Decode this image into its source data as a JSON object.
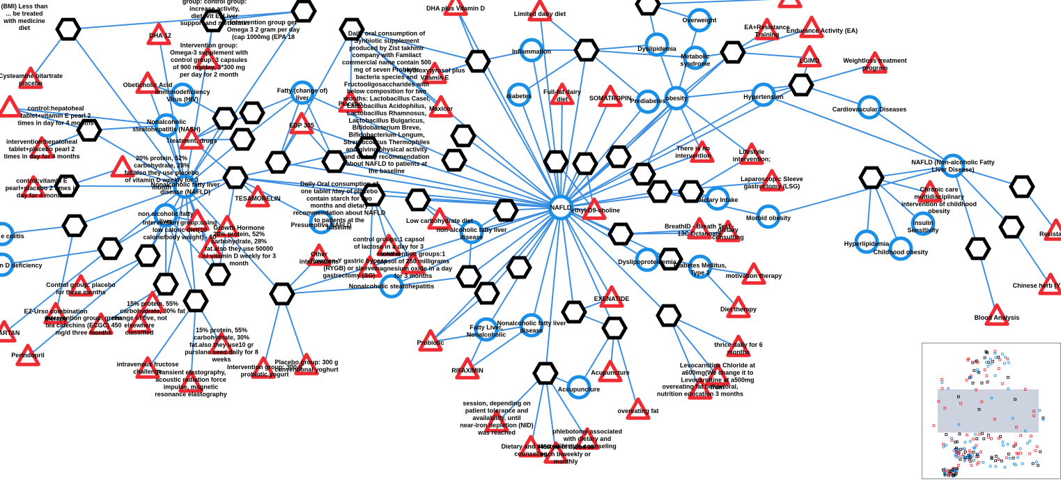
{
  "colors": {
    "edge": "#3f8fe0",
    "circle_stroke": "#1a8fe8",
    "triangle_stroke": "#ee2a32",
    "hexagon_stroke": "#000000",
    "viewport": "#aab6c8"
  },
  "graph": {
    "center_label": "NAFLD",
    "labels": {
      "dha_vitd": "DHA plus Vitamin D",
      "limited_dairy": "Limited dairy diet",
      "overweight": "Overweight",
      "ea_resistance": "EA+Resistance Training",
      "endurance": "Endurance Activity (EA)",
      "inflammation": "Inflammation",
      "dyslipidemia": "Dyslipidemia",
      "metabolic": "Metabolic syndrome",
      "lgimd": "LGIMD",
      "weightloss": "Weightloss treatment program",
      "diabetes": "diabetes",
      "fullfat": "Full-fat dairy diet",
      "somatropin": "SOMATROPIN",
      "prediabetes": "Prediabetes",
      "obesity": "obesity",
      "hypertension": "Hypertension",
      "cardiovascular": "Cardiovascular Diseases",
      "no_intervention": "There is no intervention",
      "lifestyle": "Lifestyle intervention;",
      "lap_sleeve": "Laparoscopic Sleeve gastrectomy (LSG)",
      "dietary_intake": "Dietary Intake",
      "morbid": "Morbid obesity",
      "ethyl": "ethyl-D9-choline",
      "breathid": "BreathID - Breath Test - 13C Octanoate",
      "diet_consulting": "dietary consulting",
      "dyslipoproteinemia": "Dyslipoproteinemia",
      "dm2": "Diabetes Mellitus, Type 2",
      "motivation": "motivation therapy",
      "diet_therapy": "Diet therapy",
      "thrice": "thrice daily for 6 months",
      "levocarnitine": "Levocarnitine Chloride at a600mg(We change it to Levocarnitine at a500mg from",
      "overeating_edu": "overeating fat behavioral, nutrition education 3 months",
      "overeating_fat": "overeating fat",
      "acupuncture_tri": "Acupuncture",
      "acupuncture_circ": "Accupuncture",
      "exenatide": "EXENATIDE",
      "fatty_liver_nonalc": "Fatty Liver, Nonalcoholic",
      "nonalc_fatty_liver_disease": "Nonalcoholic fatty liver disease",
      "probiotic": "Probiotic",
      "rifaximin": "RIFAXIMIN",
      "session": "session, depending on patient tolerance and availability, until near-iron depletion (NID) was reached",
      "phlebotomy": "phlebotomy associated with dietary and lifestyle counseling",
      "diet_lifestyle_counseling": "Dietary and lifestyle counseling",
      "blood_each": "(450 ml of blood at each biweekly or monthly",
      "nafld_fatty": "NAFLD (Non-alcoholic Fatty Liver Disease)",
      "chronic_care": "Chronic care multidisciplinary intervention of childhood obesity",
      "insulin_sens": "Insulin Sensitivity",
      "hyperlipidemia": "Hyperlipidemia",
      "childhood_obesity": "Childhood obesity",
      "resistance_r": "Resista",
      "chinese_herb": "Chinese herb (Y",
      "blood_analysis": "Blood Analysis",
      "synbiotic": "Daily oral consumption of Synbiotic supplement produced by Zist takhmir company with Familact commercial name contain 500 mg of seven Probiotic bacteria species and Fructooligosaccharides with below composition for two months: Lactobacillus Casei, Lactobacillus Acidophilus, Lactobacillus Rhamnosus, Lactobacillus Bulgaricus, Bifidobacterium Breve, Bifidobacterium Longum, Streptococcus Thermophiles and giving physical activity and dietary recommendation about NAFLD to patients at the baseline",
      "hydroxytyrosol": "Hydroxytyrosol plus Vitamin E",
      "maxicor": "Maxicor",
      "placebo_word": "Placebo",
      "edp305": "EDP 305",
      "placebo_tablet": "Daily Oral consumption of one tablet /day of placebo contain starch for two months and dietary recommendation about NAFLD to patients at the baseline",
      "low_carb": "Low carbohydrate diet",
      "nonalc_fld_lower": "non-alcoholic fatty liver disease",
      "lactose": "control groups:1 capsol of lactose in a day for 3 months",
      "magnesium": "intervention groups:1 capsol of 250 milligrams magnesium oxide in a day for 3 months",
      "roux": "Roux-en-Y gastric bypass (RYGB) or sleeve gastrectomy (SG)",
      "nonalc_steato": "Nonalcoholic steatohepatitis",
      "other_interventions": "Other interventions",
      "tesamorelin": "TESAMORELIN",
      "growth_hormone": "Growth Hormone",
      "presumptive": "Presumptive NAFLD",
      "vitd_protein": "20% protein, 52% carbohydrate, 28% fat.also they use 50000 IU vitamin D weekly for 3 month",
      "vitd_protein_top": "20% protein, 52% carbohydrate, 28% fat.also they use placebo of vitamin D weekly for 3 month",
      "nafld_disease": "Nonalcoholic fatty liver disease (NAFLD)",
      "nonalc_fl_left": "non alcoholic fatty liver",
      "low_caloric": "Intervention group:using low caloric diet(10 calorie/body weight) - 50",
      "fatty_change": "Fatty (change of) liver",
      "immunodeficiency": "Immunodeficiency Virus (HIV)",
      "obeticholic": "Obeticholic Acid",
      "dha12": "DHA 12",
      "omega3": "Intervention group: Omega-3 supplement with control group: 3 capsules of 900 mg/day, 3*300 mg per day for 2 month",
      "omega3_int": "Intervention group get Omega 3 2 gram per day (cap 1000mg (EPA 18",
      "control_activity": "group: control group: increase activity, diet, Vit E, Liver support and metformin",
      "nash": "Nonalcoholic steatohepatitis (NASH)",
      "treatment_drugs": "Treatment, drugs",
      "hepatoheal": "intervention:hepatoheal tablet+placebo pearl 2 times in day for 4 months",
      "control_hep": "control:hepatoheal tablet+vitamin E pearl 2 times in day for 4 months",
      "control_vite": "control:vitamin E pearl+placebo 2 times in day for 4 months",
      "bmi": "(BMI) Less than ... be treated with medicine diet",
      "cysteamine": "Cysteamine bitartrate placebo",
      "colitis": "e colitis",
      "vitd_def": "n D deficiency",
      "control_placebo": "Control group: placebo for three months",
      "ez_urso": "EZ-Urso combination therapy",
      "green_tea": "intervention group: green tea catechins (ECGC) 450 mg/d three months",
      "change_five": "change of five, not elsewhere classified",
      "protein15_fat": "15% protein, 55% carbohydrate, 30% fat",
      "protein15_purslane": "15% protein, 55% carbohydrate, 30% fat.also they use10 gr purslane seed daily for 8 weeks",
      "sartan": "SARTAN",
      "perindopril": "Perindopril",
      "iv_fructose": "intravenous fructose challenge",
      "elastography": "Transient elastography, acoustic radiation force impulse, magnetic resonance elastography",
      "yogurt_int": "Intervention group: 300 g probiotic yogurt",
      "yogurt_placebo": "Placebo group: 300 g conventional yoghurt"
    }
  }
}
